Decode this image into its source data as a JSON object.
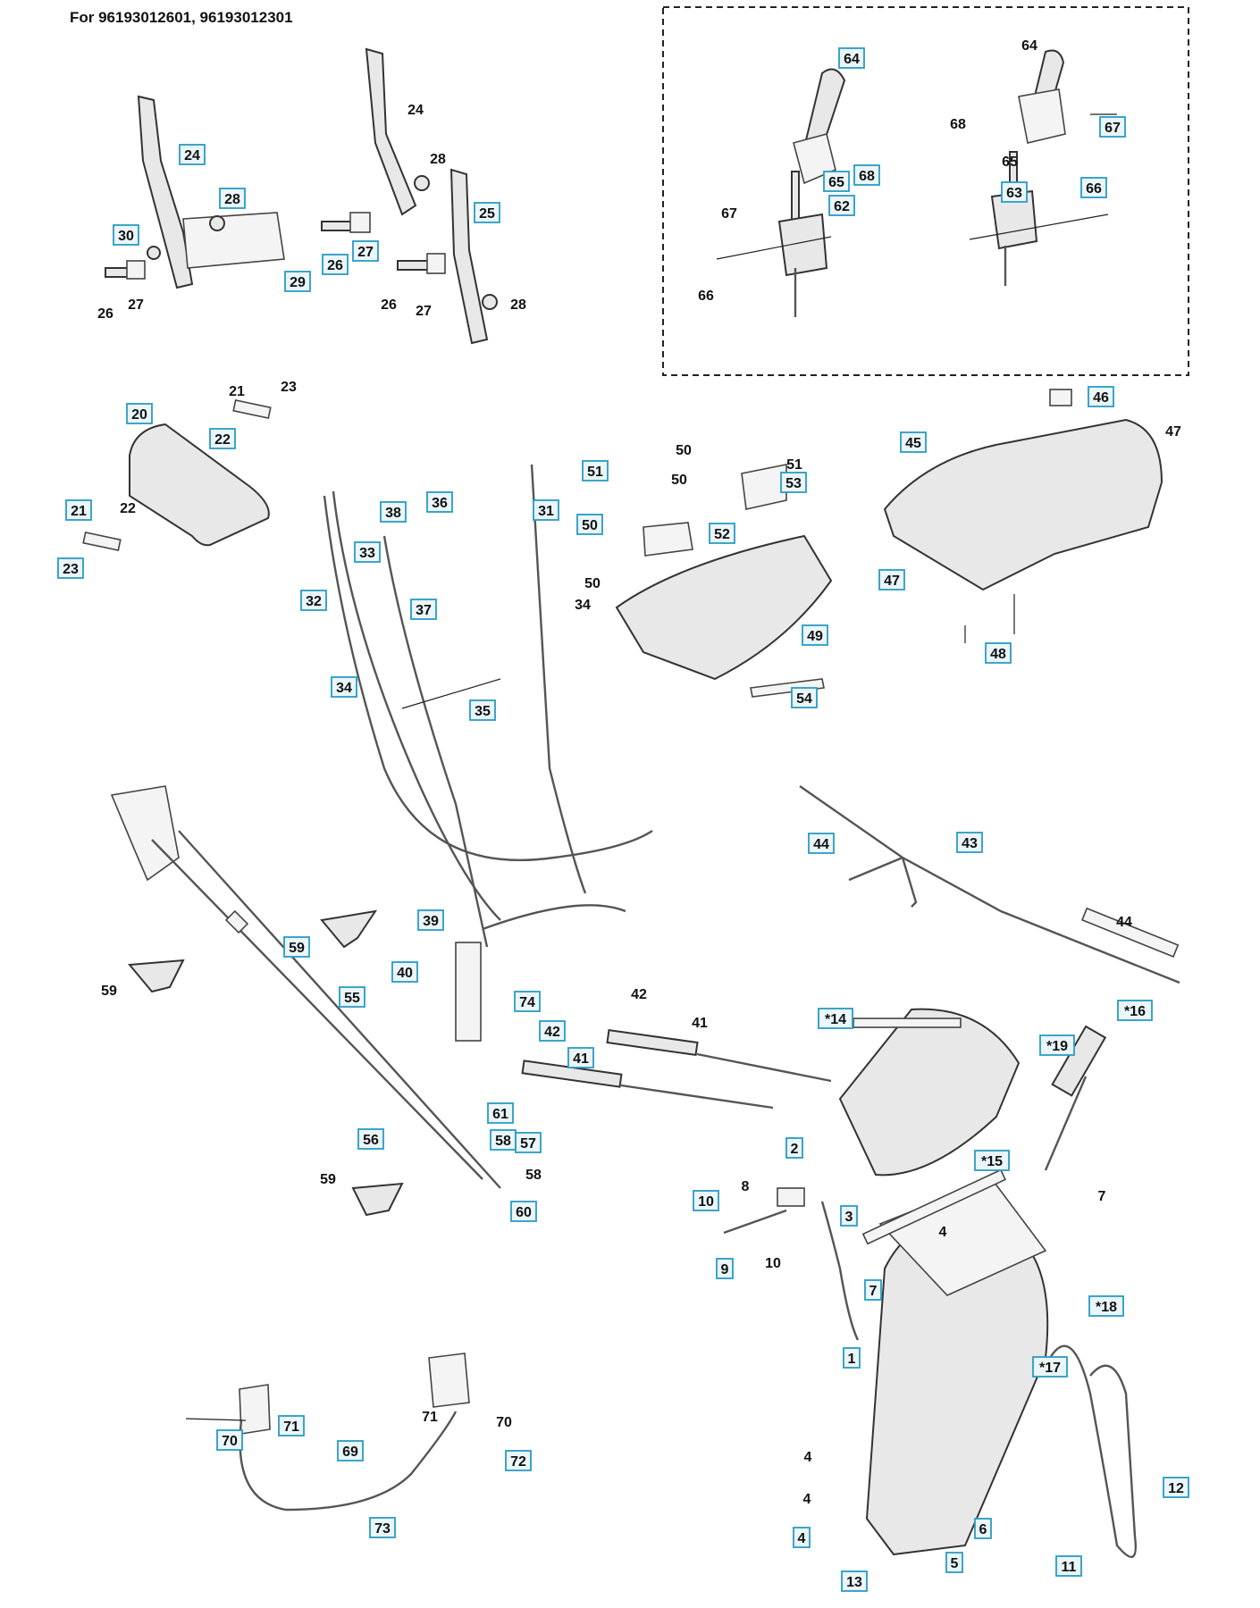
{
  "header": {
    "title": "For 96193012601, 96193012301"
  },
  "callouts": [
    {
      "id": "c64a",
      "label": "64",
      "boxed": true
    },
    {
      "id": "c64b",
      "label": "64",
      "boxed": false
    },
    {
      "id": "c67a",
      "label": "67",
      "boxed": false
    },
    {
      "id": "c67b",
      "label": "67",
      "boxed": true
    },
    {
      "id": "c68a",
      "label": "68",
      "boxed": true
    },
    {
      "id": "c68b",
      "label": "68",
      "boxed": false
    },
    {
      "id": "c65a",
      "label": "65",
      "boxed": true
    },
    {
      "id": "c65b",
      "label": "65",
      "boxed": false
    },
    {
      "id": "c62",
      "label": "62",
      "boxed": true
    },
    {
      "id": "c63",
      "label": "63",
      "boxed": true
    },
    {
      "id": "c66a",
      "label": "66",
      "boxed": false
    },
    {
      "id": "c66b",
      "label": "66",
      "boxed": true
    },
    {
      "id": "c24a",
      "label": "24",
      "boxed": true
    },
    {
      "id": "c24b",
      "label": "24",
      "boxed": false
    },
    {
      "id": "c28a",
      "label": "28",
      "boxed": true
    },
    {
      "id": "c28b",
      "label": "28",
      "boxed": false
    },
    {
      "id": "c28c",
      "label": "28",
      "boxed": false
    },
    {
      "id": "c30",
      "label": "30",
      "boxed": true
    },
    {
      "id": "c29",
      "label": "29",
      "boxed": true
    },
    {
      "id": "c26a",
      "label": "26",
      "boxed": false
    },
    {
      "id": "c26b",
      "label": "26",
      "boxed": true
    },
    {
      "id": "c26c",
      "label": "26",
      "boxed": false
    },
    {
      "id": "c27a",
      "label": "27",
      "boxed": false
    },
    {
      "id": "c27b",
      "label": "27",
      "boxed": true
    },
    {
      "id": "c27c",
      "label": "27",
      "boxed": false
    },
    {
      "id": "c25",
      "label": "25",
      "boxed": true
    },
    {
      "id": "c20",
      "label": "20",
      "boxed": true
    },
    {
      "id": "c21a",
      "label": "21",
      "boxed": false
    },
    {
      "id": "c21b",
      "label": "21",
      "boxed": true
    },
    {
      "id": "c22a",
      "label": "22",
      "boxed": true
    },
    {
      "id": "c22b",
      "label": "22",
      "boxed": false
    },
    {
      "id": "c23a",
      "label": "23",
      "boxed": false
    },
    {
      "id": "c23b",
      "label": "23",
      "boxed": true
    },
    {
      "id": "c32",
      "label": "32",
      "boxed": true
    },
    {
      "id": "c33",
      "label": "33",
      "boxed": true
    },
    {
      "id": "c38",
      "label": "38",
      "boxed": true
    },
    {
      "id": "c36",
      "label": "36",
      "boxed": true
    },
    {
      "id": "c37",
      "label": "37",
      "boxed": true
    },
    {
      "id": "c31",
      "label": "31",
      "boxed": true
    },
    {
      "id": "c34a",
      "label": "34",
      "boxed": false
    },
    {
      "id": "c34b",
      "label": "34",
      "boxed": true
    },
    {
      "id": "c35",
      "label": "35",
      "boxed": true
    },
    {
      "id": "c50a",
      "label": "50",
      "boxed": false
    },
    {
      "id": "c50b",
      "label": "50",
      "boxed": false
    },
    {
      "id": "c50c",
      "label": "50",
      "boxed": true
    },
    {
      "id": "c50d",
      "label": "50",
      "boxed": false
    },
    {
      "id": "c51a",
      "label": "51",
      "boxed": true
    },
    {
      "id": "c51b",
      "label": "51",
      "boxed": false
    },
    {
      "id": "c52",
      "label": "52",
      "boxed": true
    },
    {
      "id": "c53",
      "label": "53",
      "boxed": true
    },
    {
      "id": "c49",
      "label": "49",
      "boxed": true
    },
    {
      "id": "c54",
      "label": "54",
      "boxed": true
    },
    {
      "id": "c45",
      "label": "45",
      "boxed": true
    },
    {
      "id": "c46",
      "label": "46",
      "boxed": true
    },
    {
      "id": "c47a",
      "label": "47",
      "boxed": false
    },
    {
      "id": "c47b",
      "label": "47",
      "boxed": true
    },
    {
      "id": "c48",
      "label": "48",
      "boxed": true
    },
    {
      "id": "c44a",
      "label": "44",
      "boxed": true
    },
    {
      "id": "c44b",
      "label": "44",
      "boxed": false
    },
    {
      "id": "c43",
      "label": "43",
      "boxed": true
    },
    {
      "id": "c39",
      "label": "39",
      "boxed": true
    },
    {
      "id": "c40",
      "label": "40",
      "boxed": true
    },
    {
      "id": "c74",
      "label": "74",
      "boxed": true
    },
    {
      "id": "c59a",
      "label": "59",
      "boxed": true
    },
    {
      "id": "c59b",
      "label": "59",
      "boxed": false
    },
    {
      "id": "c59c",
      "label": "59",
      "boxed": false
    },
    {
      "id": "c55",
      "label": "55",
      "boxed": true
    },
    {
      "id": "c42a",
      "label": "42",
      "boxed": false
    },
    {
      "id": "c42b",
      "label": "42",
      "boxed": true
    },
    {
      "id": "c41a",
      "label": "41",
      "boxed": false
    },
    {
      "id": "c41b",
      "label": "41",
      "boxed": true
    },
    {
      "id": "c14",
      "label": "*14",
      "boxed": true
    },
    {
      "id": "c16",
      "label": "*16",
      "boxed": true
    },
    {
      "id": "c19",
      "label": "*19",
      "boxed": true
    },
    {
      "id": "c2",
      "label": "2",
      "boxed": true
    },
    {
      "id": "c15",
      "label": "*15",
      "boxed": true
    },
    {
      "id": "c7a",
      "label": "7",
      "boxed": false
    },
    {
      "id": "c61",
      "label": "61",
      "boxed": true
    },
    {
      "id": "c56",
      "label": "56",
      "boxed": true
    },
    {
      "id": "c58a",
      "label": "58",
      "boxed": true
    },
    {
      "id": "c57",
      "label": "57",
      "boxed": true
    },
    {
      "id": "c58b",
      "label": "58",
      "boxed": false
    },
    {
      "id": "c60",
      "label": "60",
      "boxed": true
    },
    {
      "id": "c10a",
      "label": "10",
      "boxed": true
    },
    {
      "id": "c8",
      "label": "8",
      "boxed": false
    },
    {
      "id": "c10b",
      "label": "10",
      "boxed": false
    },
    {
      "id": "c9",
      "label": "9",
      "boxed": true
    },
    {
      "id": "c3",
      "label": "3",
      "boxed": true
    },
    {
      "id": "c4a",
      "label": "4",
      "boxed": false
    },
    {
      "id": "c7b",
      "label": "7",
      "boxed": true
    },
    {
      "id": "c18",
      "label": "*18",
      "boxed": true
    },
    {
      "id": "c17",
      "label": "*17",
      "boxed": true
    },
    {
      "id": "c1",
      "label": "1",
      "boxed": true
    },
    {
      "id": "c71a",
      "label": "71",
      "boxed": true
    },
    {
      "id": "c71b",
      "label": "71",
      "boxed": false
    },
    {
      "id": "c70a",
      "label": "70",
      "boxed": true
    },
    {
      "id": "c70b",
      "label": "70",
      "boxed": false
    },
    {
      "id": "c69",
      "label": "69",
      "boxed": true
    },
    {
      "id": "c72",
      "label": "72",
      "boxed": true
    },
    {
      "id": "c73",
      "label": "73",
      "boxed": true
    },
    {
      "id": "c4b",
      "label": "4",
      "boxed": false
    },
    {
      "id": "c4c",
      "label": "4",
      "boxed": false
    },
    {
      "id": "c4d",
      "label": "4",
      "boxed": true
    },
    {
      "id": "c13",
      "label": "13",
      "boxed": true
    },
    {
      "id": "c5",
      "label": "5",
      "boxed": true
    },
    {
      "id": "c6",
      "label": "6",
      "boxed": true
    },
    {
      "id": "c11",
      "label": "11",
      "boxed": true
    },
    {
      "id": "c12",
      "label": "12",
      "boxed": true
    }
  ]
}
